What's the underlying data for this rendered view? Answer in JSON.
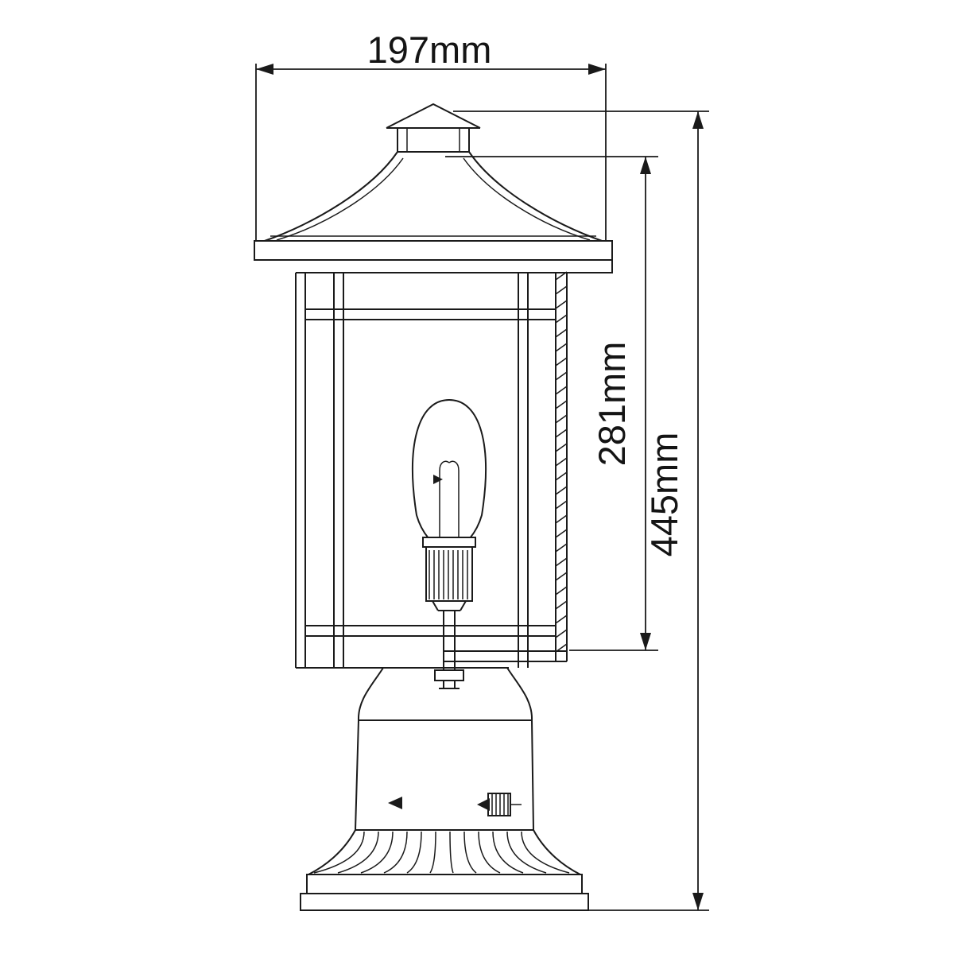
{
  "dimensions": {
    "width": {
      "label": "197mm"
    },
    "lantern_height": {
      "label": "281mm"
    },
    "overall_height": {
      "label": "445mm"
    }
  },
  "style": {
    "line_color": "#1a1a1a",
    "background": "#ffffff"
  }
}
